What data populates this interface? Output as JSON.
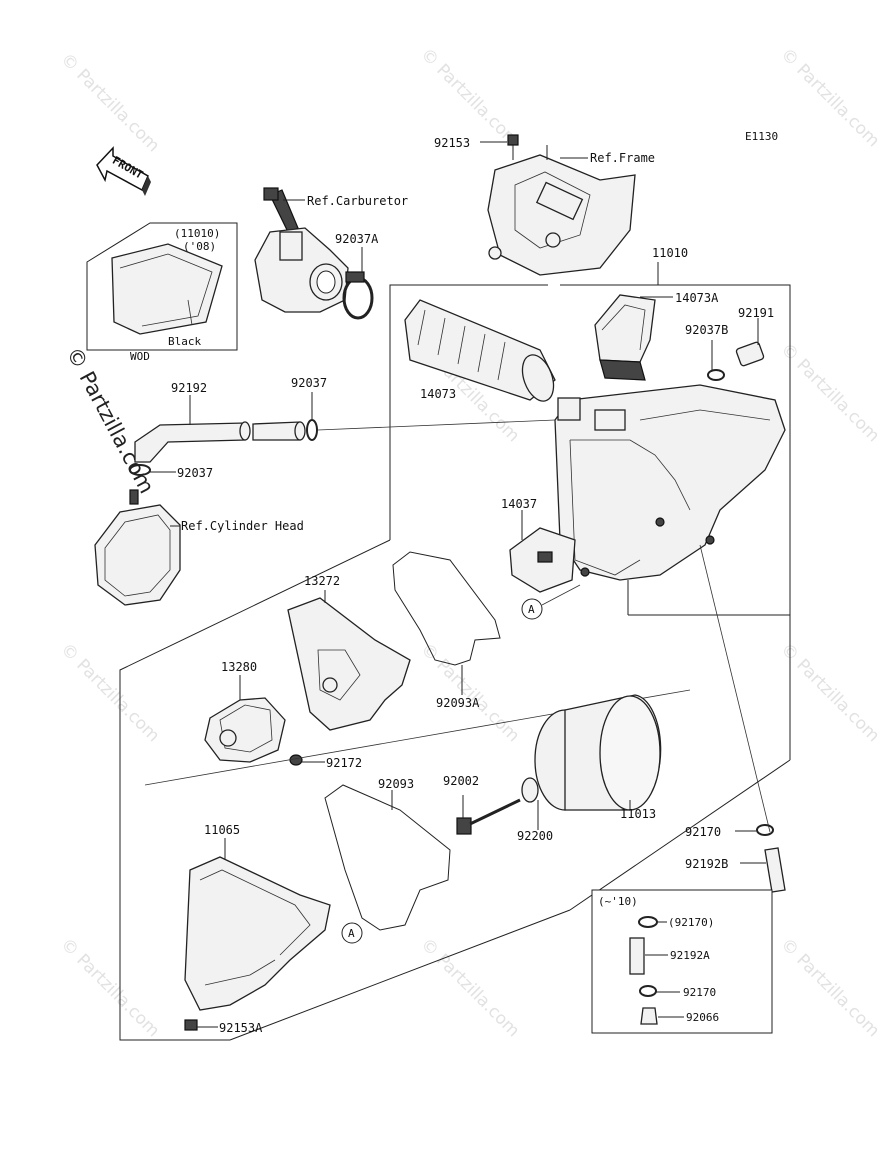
{
  "diagram_code": "E1130",
  "front_arrow_label": "FRONT",
  "watermark": "© Partzilla.com",
  "inset_wod": {
    "part": "(11010)",
    "year": "('08)",
    "color": "Black",
    "tag": "WOD"
  },
  "inset_10": {
    "title": "(~'10)",
    "items": [
      "(92170)",
      "92192A",
      "92170",
      "92066"
    ]
  },
  "labels": {
    "ref_frame": "Ref.Frame",
    "ref_carburetor": "Ref.Carburetor",
    "ref_cylinder_head": "Ref.Cylinder Head",
    "p92153": "92153",
    "p92037A": "92037A",
    "p11010": "11010",
    "p14073A": "14073A",
    "p92191": "92191",
    "p92037B": "92037B",
    "p14073": "14073",
    "p92192": "92192",
    "p92037": "92037",
    "p92037_lower": "92037",
    "p14037": "14037",
    "p13272": "13272",
    "p13280": "13280",
    "p92093A": "92093A",
    "p92172": "92172",
    "p92093": "92093",
    "p92002": "92002",
    "p92200": "92200",
    "p11013": "11013",
    "p11065": "11065",
    "p92170": "92170",
    "p92192B": "92192B",
    "p92153A": "92153A",
    "marker_a": "A"
  }
}
